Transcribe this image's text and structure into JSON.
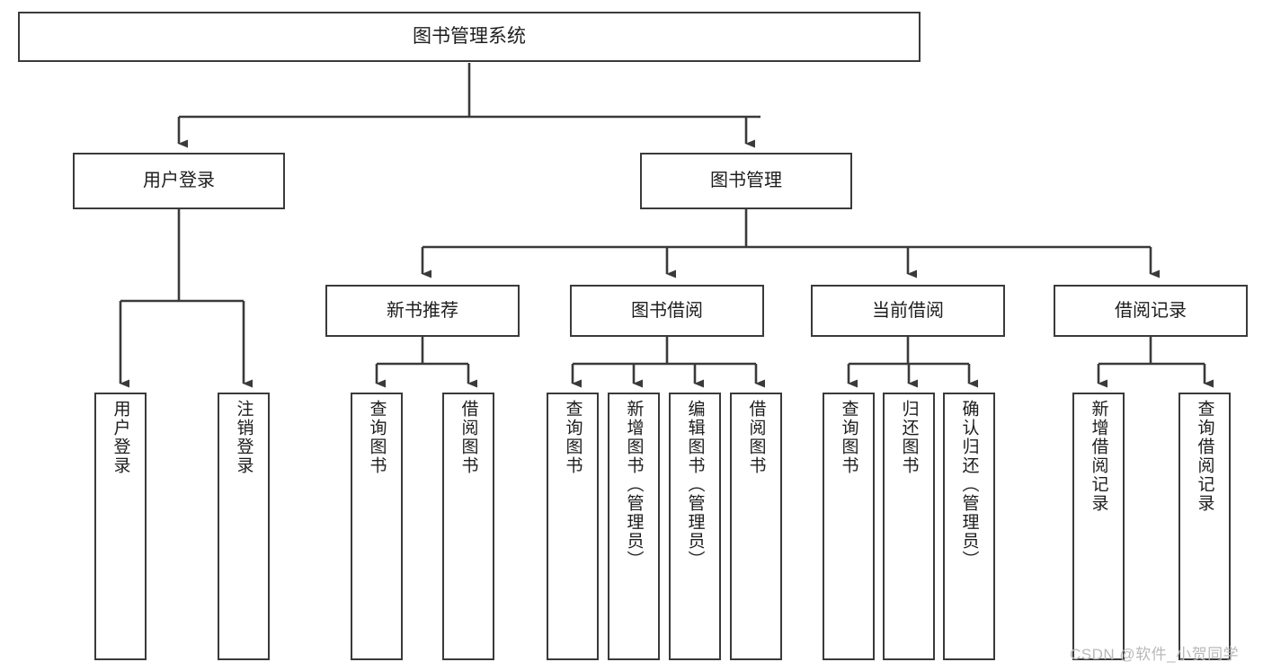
{
  "diagram": {
    "title": "图书管理系统",
    "type": "function-structure-tree",
    "watermark": "CSDN @软件_小贺同学",
    "colors": {
      "box_border": "#3a3a3a",
      "box_fill": "#ffffff",
      "connector": "#3a3a3a",
      "text": "#1d1d1d",
      "watermark": "#b9b9b9"
    },
    "root": {
      "label": "图书管理系统"
    },
    "level1": [
      {
        "label": "用户登录"
      },
      {
        "label": "图书管理"
      }
    ],
    "level2": [
      {
        "label": "新书推荐"
      },
      {
        "label": "图书借阅"
      },
      {
        "label": "当前借阅"
      },
      {
        "label": "借阅记录"
      }
    ],
    "leaves": {
      "user_login": [
        {
          "label": "用户登录"
        },
        {
          "label": "注销登录"
        }
      ],
      "new_book": [
        {
          "label": "查询图书"
        },
        {
          "label": "借阅图书"
        }
      ],
      "borrow_book": [
        {
          "label": "查询图书"
        },
        {
          "label": "新增图书（管理员）"
        },
        {
          "label": "编辑图书（管理员）"
        },
        {
          "label": "借阅图书"
        }
      ],
      "current_borrow": [
        {
          "label": "查询图书"
        },
        {
          "label": "归还图书"
        },
        {
          "label": "确认归还（管理员）"
        }
      ],
      "borrow_record": [
        {
          "label": "新增借阅记录"
        },
        {
          "label": "查询借阅记录"
        }
      ]
    }
  }
}
